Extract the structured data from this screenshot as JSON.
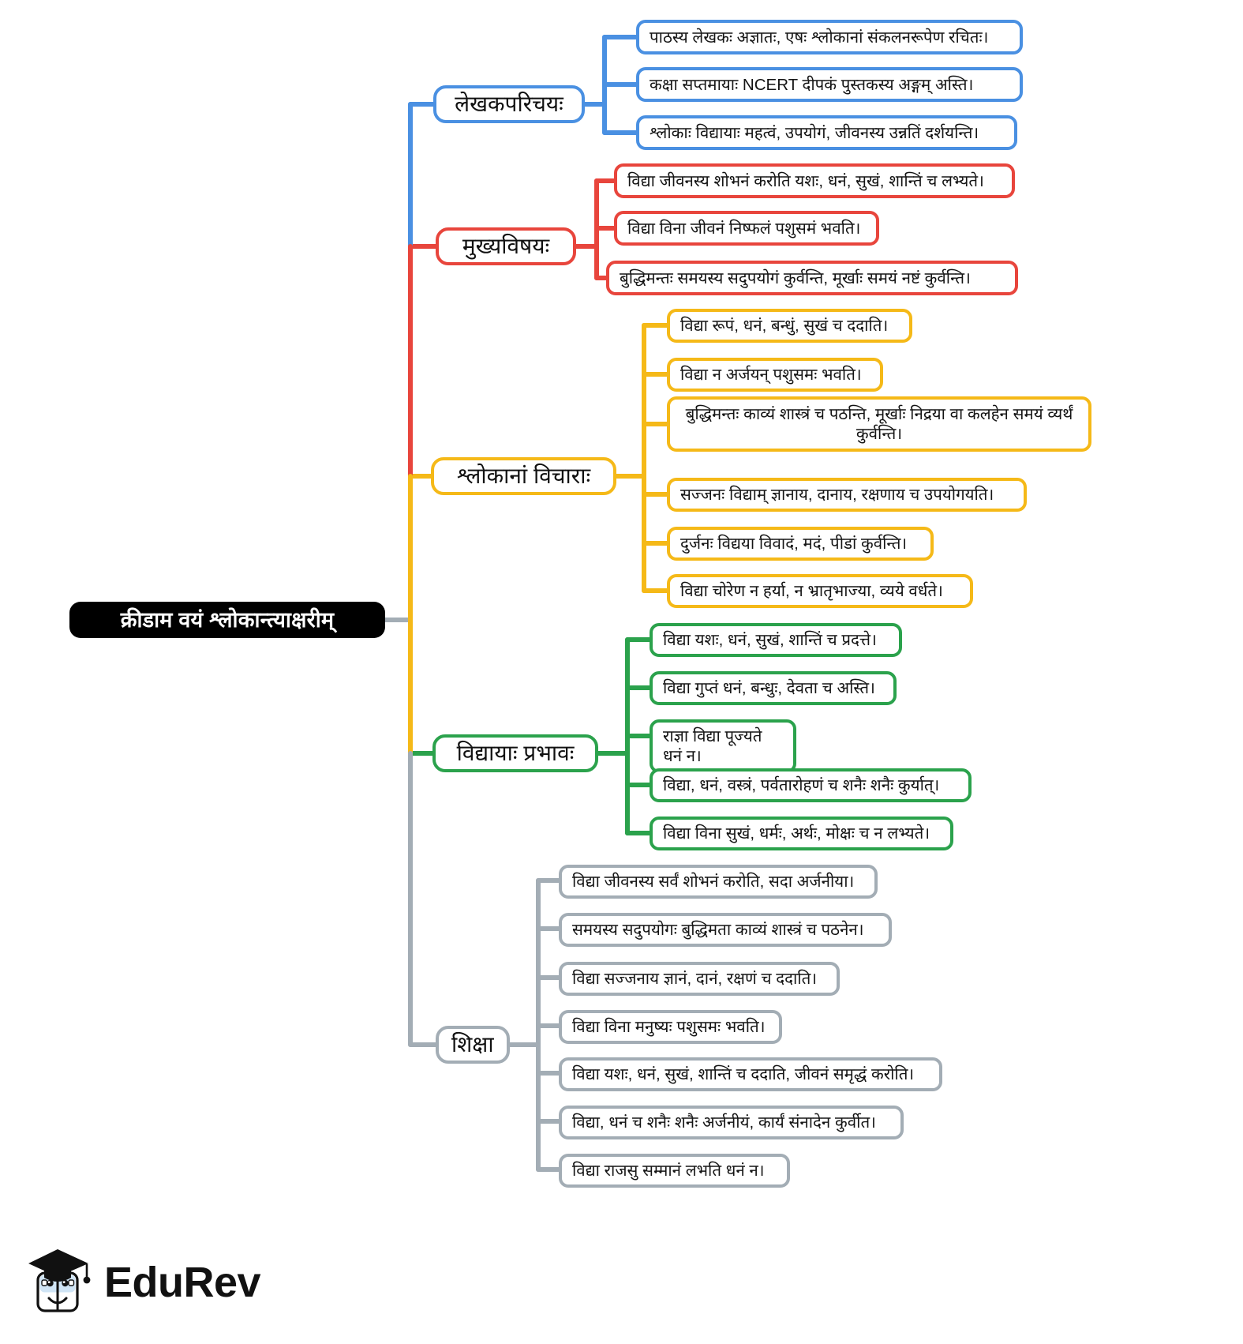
{
  "document": {
    "type": "mind-map",
    "language": "Sanskrit",
    "background_color": "#ffffff"
  },
  "root": {
    "label": "क्रीडाम वयं श्लोकान्त्याक्षरीम्",
    "background_color": "#000000",
    "text_color": "#ffffff"
  },
  "branches": [
    {
      "id": "lekhakaparichayah",
      "label": "लेखकपरिचयः",
      "color": "#4a90e2",
      "children": [
        {
          "text": "पाठस्य लेखकः अज्ञातः, एषः श्लोकानां संकलनरूपेण रचितः।"
        },
        {
          "text": "कक्षा सप्तमायाः NCERT दीपकं पुस्तकस्य अङ्गम् अस्ति।"
        },
        {
          "text": "श्लोकाः विद्यायाः महत्वं, उपयोगं, जीवनस्य उन्नतिं दर्शयन्ति।"
        }
      ]
    },
    {
      "id": "mukhyavishayah",
      "label": "मुख्यविषयः",
      "color": "#e8453c",
      "children": [
        {
          "text": "विद्या जीवनस्य शोभनं करोति यशः, धनं, सुखं, शान्तिं च लभ्यते।"
        },
        {
          "text": "विद्या विना जीवनं निष्फलं पशुसमं भवति।"
        },
        {
          "text": "बुद्धिमन्तः समयस्य सदुपयोगं कुर्वन्ति, मूर्खाः समयं नष्टं कुर्वन्ति।"
        }
      ]
    },
    {
      "id": "shlokanam-vicharah",
      "label": "श्लोकानां विचाराः",
      "color": "#f5b918",
      "children": [
        {
          "text": "विद्या रूपं, धनं, बन्धुं, सुखं च ददाति।"
        },
        {
          "text": "विद्या न अर्जयन् पशुसमः भवति।"
        },
        {
          "text": "बुद्धिमन्तः काव्यं शास्त्रं च पठन्ति, मूर्खाः निद्रया वा कलहेन समयं व्यर्थं कुर्वन्ति।",
          "multiline": true
        },
        {
          "text": "सज्जनः विद्याम् ज्ञानाय, दानाय, रक्षणाय च उपयोगयति।"
        },
        {
          "text": "दुर्जनः विद्यया विवादं, मदं, पीडां कुर्वन्ति।"
        },
        {
          "text": "विद्या चोरेण न हर्या, न भ्रातृभाज्या, व्यये वर्धते।"
        }
      ]
    },
    {
      "id": "vidyayah-prabhavah",
      "label": "विद्यायाः प्रभावः",
      "color": "#2ba24c",
      "children": [
        {
          "text": "विद्या यशः, धनं, सुखं, शान्तिं च प्रदत्ते।"
        },
        {
          "text": "विद्या गुप्तं धनं, बन्धुः, देवता च अस्ति।"
        },
        {
          "text": "राज्ञा विद्या पूज्यते धनं न।"
        },
        {
          "text": "विद्या, धनं, वस्त्रं, पर्वतारोहणं च शनैः शनैः कुर्यात्।"
        },
        {
          "text": "विद्या विना सुखं, धर्मः, अर्थः, मोक्षः च न लभ्यते।"
        }
      ]
    },
    {
      "id": "shiksha",
      "label": "शिक्षा",
      "color": "#a3adb5",
      "children": [
        {
          "text": "विद्या जीवनस्य सर्वं शोभनं करोति, सदा अर्जनीया।"
        },
        {
          "text": "समयस्य सदुपयोगः बुद्धिमता काव्यं शास्त्रं च पठनेन।"
        },
        {
          "text": "विद्या सज्जनाय ज्ञानं, दानं, रक्षणं च ददाति।"
        },
        {
          "text": "विद्या विना मनुष्यः पशुसमः भवति।"
        },
        {
          "text": "विद्या यशः, धनं, सुखं, शान्तिं च ददाति, जीवनं समृद्धं करोति।"
        },
        {
          "text": "विद्या, धनं च शनैः शनैः अर्जनीयं, कार्यं संनादेन कुर्वीत।"
        },
        {
          "text": "विद्या राजसु सम्मानं लभति धनं न।"
        }
      ]
    }
  ],
  "logo": {
    "name": "EduRev",
    "wordmark": "EduRev",
    "icon_name": "graduation-cap-book-mascot"
  }
}
